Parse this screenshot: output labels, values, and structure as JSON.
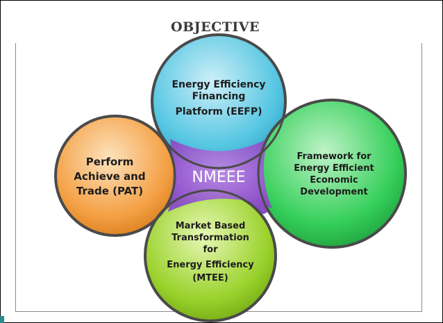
{
  "title": "OBJECTIVE",
  "center": {
    "label": "NMEEE"
  },
  "circles": [
    {
      "id": "top",
      "lines": [
        "Energy Efficiency",
        "Financing",
        "Platform (EEFP)"
      ],
      "color": "#4fc3df"
    },
    {
      "id": "left",
      "lines": [
        "Perform",
        "Achieve and",
        "Trade (PAT)"
      ],
      "color": "#f4a044"
    },
    {
      "id": "right",
      "lines": [
        "Framework for",
        "Energy Efficient",
        "Economic",
        "Development"
      ],
      "color": "#2ecc55"
    },
    {
      "id": "bottom",
      "lines": [
        "Market Based",
        "Transformation",
        "for",
        "Energy Efficiency",
        "(MTEE)"
      ],
      "color": "#9bd32a"
    }
  ],
  "colors": {
    "center": "#9a5bd0",
    "ring": "#4a4a4a"
  }
}
